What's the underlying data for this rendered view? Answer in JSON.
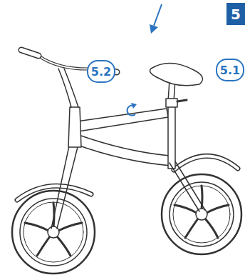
{
  "diagram": {
    "nodes": [
      {
        "text": [
          "5"
        ]
      },
      {
        "text": [
          "5.1"
        ]
      },
      {
        "text": [
          "5.2"
        ]
      }
    ]
  }
}
